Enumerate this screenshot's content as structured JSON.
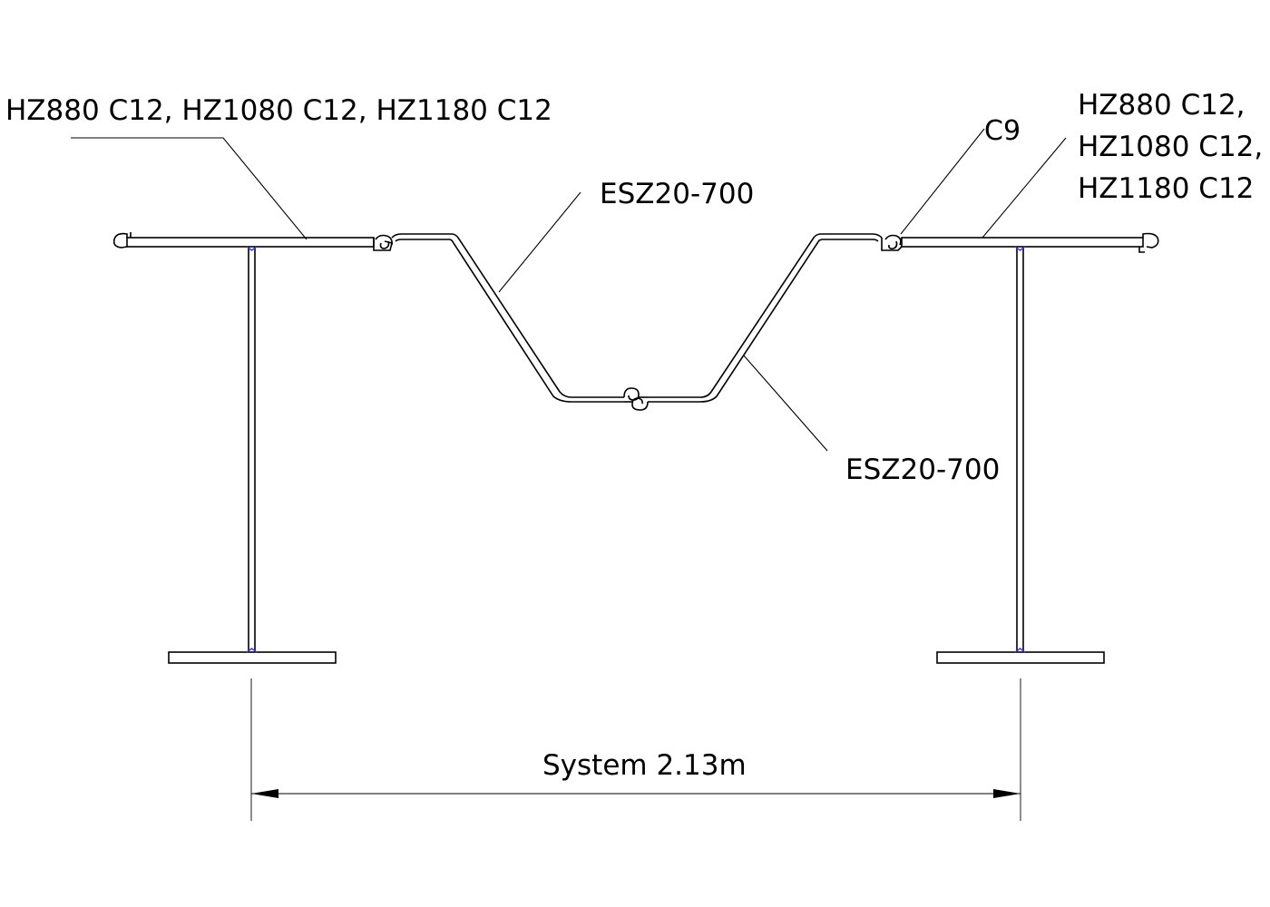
{
  "labels": {
    "left_king_pile": "HZ880 C12, HZ1080 C12, HZ1180 C12",
    "right_king_pile_lines": [
      "HZ880 C12,",
      "HZ1080 C12,",
      "HZ1180 C12"
    ],
    "connector": "C9",
    "intermediate_top": "ESZ20-700",
    "intermediate_bottom": "ESZ20-700",
    "system_width": "System 2.13m"
  },
  "colors": {
    "line": "#000000",
    "weld_mark": "#3a3ad0"
  }
}
